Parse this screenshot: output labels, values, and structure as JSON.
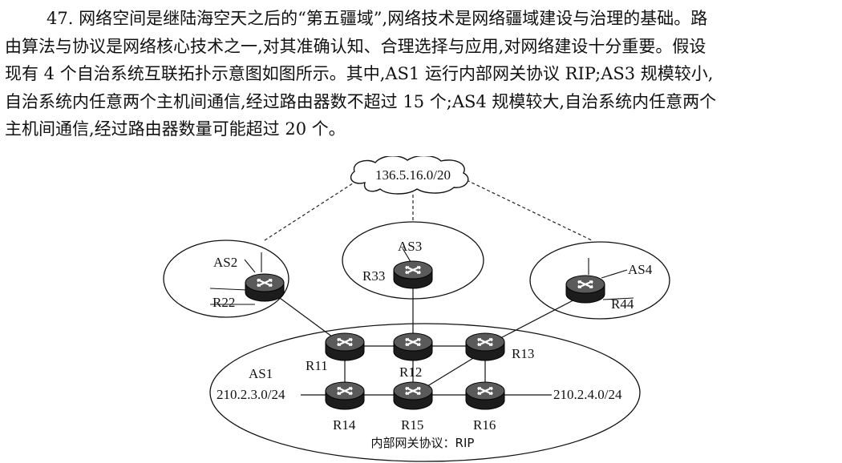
{
  "question": {
    "lines": [
      "47. 网络空间是继陆海空天之后的“第五疆域”,网络技术是网络疆域建设与治理的基础。路",
      "由算法与协议是网络核心技术之一,对其准确认知、合理选择与应用,对网络建设十分重要。假设",
      "现有 4 个自治系统互联拓扑示意图如图所示。其中,AS1 运行内部网关协议 RIP;AS3 规模较小,",
      "自治系统内任意两个主机间通信,经过路由器数不超过 15 个;AS4 规模较大,自治系统内任意两个",
      "主机间通信,经过路由器数量可能超过 20 个。"
    ]
  },
  "diagram": {
    "cloud_label": "136.5.16.0/20",
    "as_labels": {
      "as1": "AS1",
      "as2": "AS2",
      "as3": "AS3",
      "as4": "AS4"
    },
    "routers": {
      "r22": "R22",
      "r33": "R33",
      "r44": "R44",
      "r11": "R11",
      "r12": "R12",
      "r13": "R13",
      "r14": "R14",
      "r15": "R15",
      "r16": "R16"
    },
    "networks": {
      "left": "210.2.3.0/24",
      "right": "210.2.4.0/24"
    },
    "protocol_caption": "内部网关协议：RIP"
  }
}
